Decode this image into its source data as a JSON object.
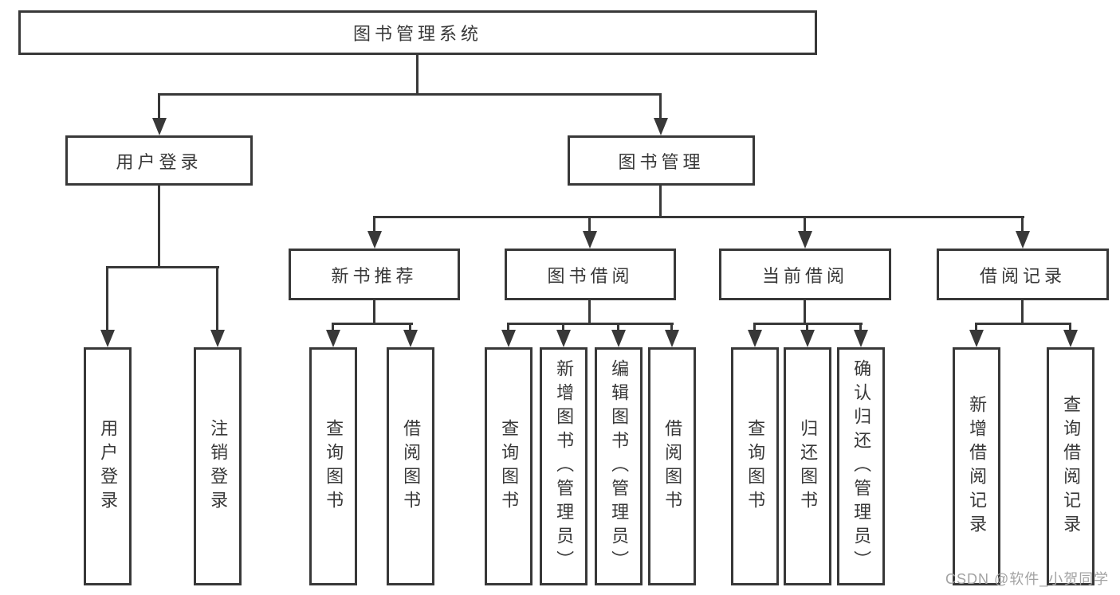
{
  "tree": {
    "label": "图书管理系统",
    "children": [
      {
        "label": "用户登录",
        "children": [
          {
            "label": "用户登录"
          },
          {
            "label": "注销登录"
          }
        ]
      },
      {
        "label": "图书管理",
        "children": [
          {
            "label": "新书推荐",
            "children": [
              {
                "label": "查询图书"
              },
              {
                "label": "借阅图书"
              }
            ]
          },
          {
            "label": "图书借阅",
            "children": [
              {
                "label": "查询图书"
              },
              {
                "label": "新增图书（管理员）"
              },
              {
                "label": "编辑图书（管理员）"
              },
              {
                "label": "借阅图书"
              }
            ]
          },
          {
            "label": "当前借阅",
            "children": [
              {
                "label": "查询图书"
              },
              {
                "label": "归还图书"
              },
              {
                "label": "确认归还（管理员）"
              }
            ]
          },
          {
            "label": "借阅记录",
            "children": [
              {
                "label": "新增借阅记录"
              },
              {
                "label": "查询借阅记录"
              }
            ]
          }
        ]
      }
    ]
  },
  "watermark": "CSDN @软件_小贺同学",
  "colors": {
    "line": "#383838",
    "text": "#383838",
    "watermark": "#a3a3a3",
    "background": "#ffffff"
  }
}
